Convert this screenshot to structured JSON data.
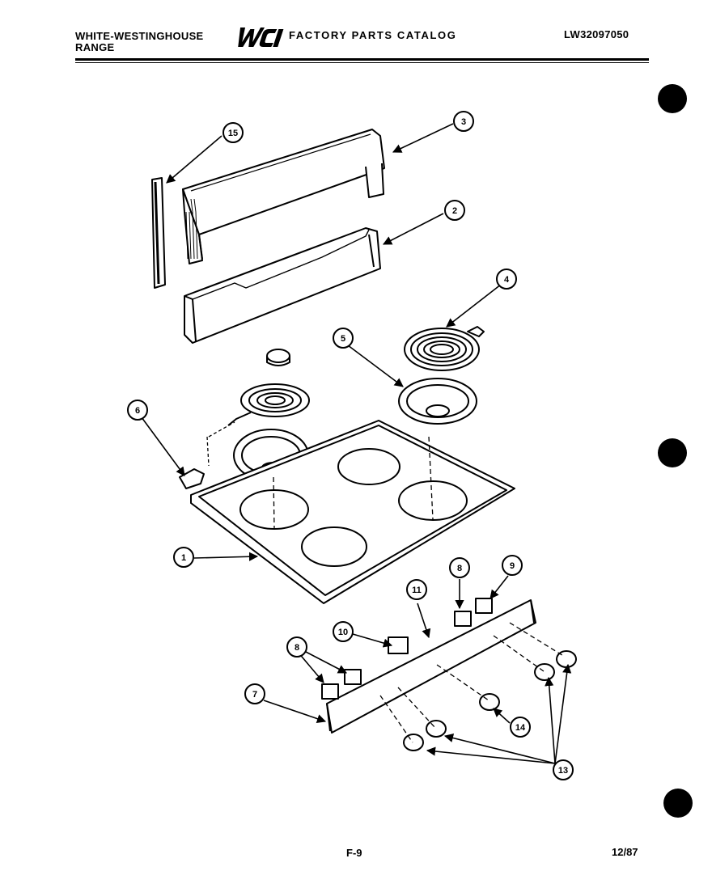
{
  "header": {
    "brand_line1": "WHITE-WESTINGHOUSE",
    "brand_line2": "RANGE",
    "logo_text": "WCI",
    "catalog_title": "FACTORY PARTS CATALOG",
    "model_number": "LW32097050"
  },
  "callouts": [
    "1",
    "2",
    "3",
    "4",
    "5",
    "6",
    "7",
    "8",
    "8",
    "9",
    "10",
    "11",
    "13",
    "14",
    "15"
  ],
  "footer": {
    "page": "F-9",
    "date": "12/87"
  }
}
